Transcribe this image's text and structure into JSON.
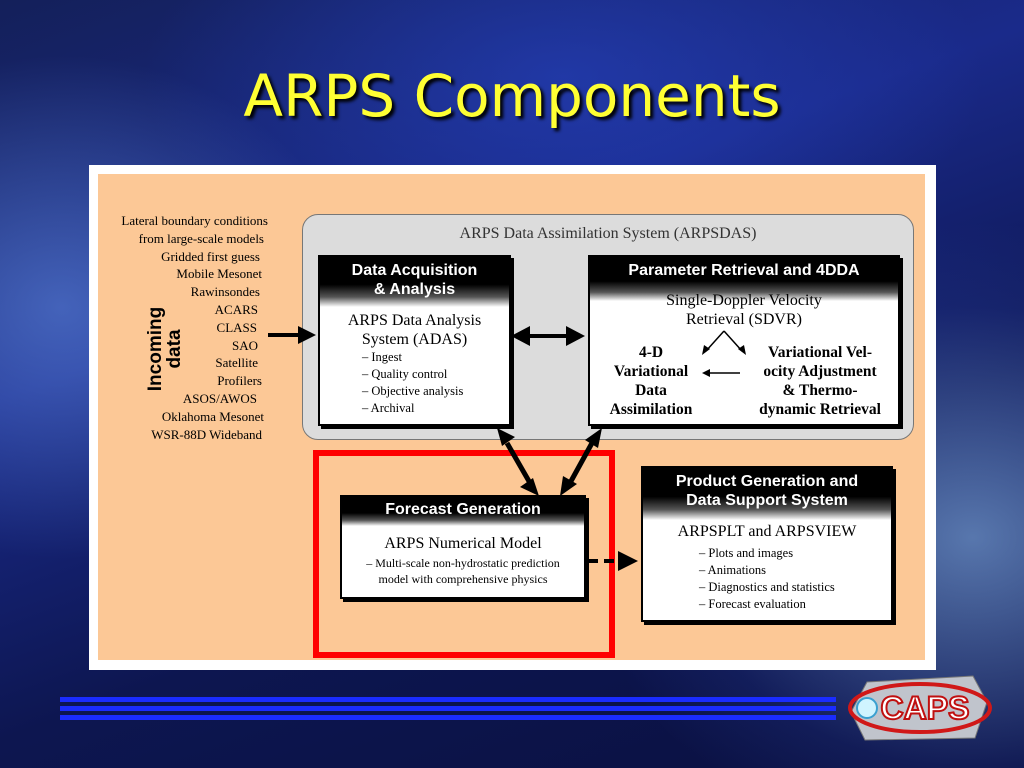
{
  "slide": {
    "title": "ARPS Components"
  },
  "incoming": {
    "label": "Incoming data",
    "sources": [
      "Lateral boundary conditions",
      "from large-scale models",
      "Gridded first guess",
      "Mobile Mesonet",
      "Rawinsondes",
      "ACARS",
      "CLASS",
      "SAO",
      "Satellite",
      "Profilers",
      "ASOS/AWOS",
      "Oklahoma Mesonet",
      "WSR-88D Wideband"
    ]
  },
  "arpsdas": {
    "title": "ARPS Data Assimilation System (ARPSDAS)"
  },
  "adas_box": {
    "header": [
      "Data Acquisition",
      "& Analysis"
    ],
    "title": [
      "ARPS Data Analysis",
      "System (ADAS)"
    ],
    "items": [
      "– Ingest",
      "– Quality control",
      "– Objective analysis",
      "– Archival"
    ]
  },
  "retrieval_box": {
    "header": "Parameter Retrieval and 4DDA",
    "sdvr": [
      "Single-Doppler Velocity",
      "Retrieval (SDVR)"
    ],
    "left": [
      "4-D",
      "Variational",
      "Data",
      "Assimilation"
    ],
    "right": [
      "Variational Vel-",
      "ocity Adjustment",
      "& Thermo-",
      "dynamic Retrieval"
    ]
  },
  "forecast_box": {
    "header": "Forecast Generation",
    "title": "ARPS Numerical Model",
    "desc": [
      "– Multi-scale non-hydrostatic prediction",
      "model with comprehensive physics"
    ]
  },
  "product_box": {
    "header": [
      "Product Generation and",
      "Data Support System"
    ],
    "title": "ARPSPLT and ARPSVIEW",
    "items": [
      "– Plots and images",
      "– Animations",
      "– Diagnostics and statistics",
      "– Forecast evaluation"
    ]
  },
  "logo": {
    "text": "CAPS"
  },
  "colors": {
    "title": "#ffff33",
    "panel": "#fcc896",
    "highlight": "#ff0000",
    "accent_bars": "#1a2cff"
  }
}
